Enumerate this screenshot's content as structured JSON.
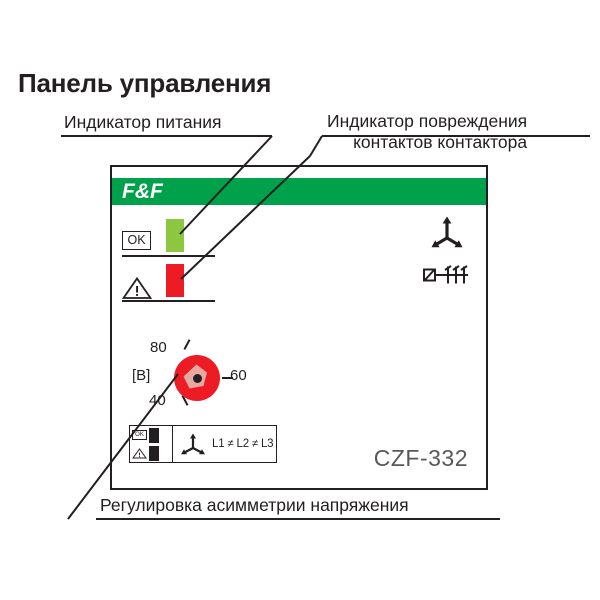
{
  "page": {
    "title": "Панель управления"
  },
  "callouts": {
    "power_indicator": "Индикатор питания",
    "fault_indicator_line1": "Индикатор повреждения",
    "fault_indicator_line2": "контактов контактора",
    "asymmetry_adjust": "Регулировка асимметрии напряжения"
  },
  "panel": {
    "brand": "F&F",
    "model": "CZF-332",
    "indicators": [
      {
        "symbol_label": "OK",
        "symbol_icon": "ok-box-icon",
        "led_color": "#8dc63f",
        "led_state": "green"
      },
      {
        "symbol_label": "!",
        "symbol_icon": "warning-triangle-icon",
        "led_color": "#ed1c24",
        "led_state": "red"
      }
    ],
    "side_symbols": [
      {
        "icon": "three-phase-star-icon"
      },
      {
        "icon": "contactor-contacts-icon"
      }
    ],
    "knob": {
      "unit": "[B]",
      "scale_min": "40",
      "scale_mid": "60",
      "scale_max": "80",
      "body_color": "#ed1c24",
      "pointer_color": "#e8a79f"
    },
    "legend": {
      "ok_label": "OK",
      "warn_label": "!",
      "phase_icon": "three-phase-star-icon",
      "condition": "L1 ≠ L2 ≠ L3"
    }
  },
  "colors": {
    "brand_green": "#00a14b",
    "led_green": "#8dc63f",
    "led_red": "#ed1c24",
    "outline": "#231f20",
    "model_gray": "#58595b"
  }
}
